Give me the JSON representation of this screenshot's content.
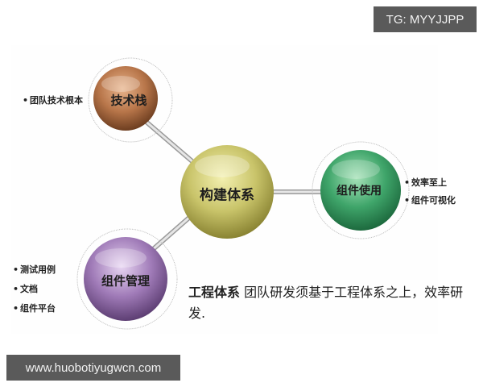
{
  "watermarks": {
    "top": "TG: MYYJJPP",
    "bottom": "www.huobotiyugwcn.com"
  },
  "diagram": {
    "center": {
      "label": "构建体系",
      "color": "#c9c46a"
    },
    "nodes": [
      {
        "id": "tech-stack",
        "label": "技术栈",
        "color": "#b8764a",
        "bullets": [
          "团队技术根本"
        ]
      },
      {
        "id": "component-usage",
        "label": "组件使用",
        "color": "#3fa56a",
        "bullets": [
          "效率至上",
          "组件可视化"
        ]
      },
      {
        "id": "component-management",
        "label": "组件管理",
        "color": "#a07bb8",
        "bullets": [
          "测试用例",
          "文档",
          "组件平台"
        ]
      }
    ]
  },
  "description": {
    "bold": "工程体系",
    "text": " 团队研发须基于工程体系之上，效率研发."
  }
}
